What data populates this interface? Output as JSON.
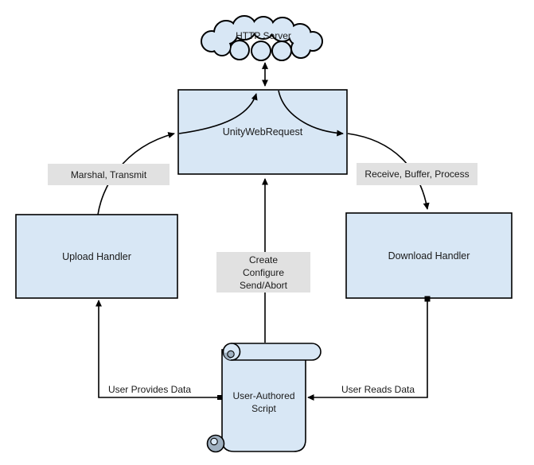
{
  "diagram": {
    "nodes": {
      "http_server": {
        "label": "HTTP Server"
      },
      "unity_web_request": {
        "label": "UnityWebRequest"
      },
      "upload_handler": {
        "label": "Upload Handler"
      },
      "download_handler": {
        "label": "Download Handler"
      },
      "user_authored_script": {
        "label_lines": [
          "User-Authored",
          "Script"
        ]
      }
    },
    "edge_labels": {
      "upload_path": "Marshal, Transmit",
      "download_path": "Receive, Buffer, Process",
      "control_path_lines": [
        "Create",
        "Configure",
        "Send/Abort"
      ],
      "user_provides": "User Provides Data",
      "user_reads": "User Reads Data"
    },
    "colors": {
      "node_fill": "#d8e7f5",
      "node_stroke": "#000000",
      "edge_label_bg": "#e1e1e1",
      "arrow": "#000000",
      "scroll_roll_shadow": "#9fb0c0",
      "background": "#ffffff"
    }
  }
}
